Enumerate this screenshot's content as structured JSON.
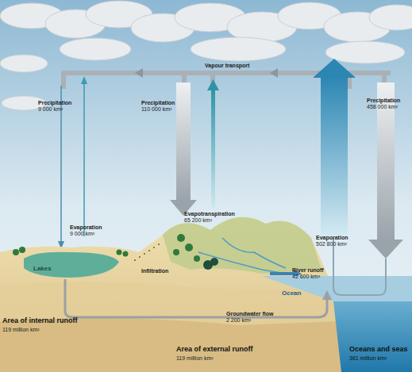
{
  "diagram": {
    "labels": [
      "Vapour transport",
      "Precipitation",
      "9 000 km³",
      "Evaporation",
      "9 000 km³",
      "Precipitation",
      "110 000 km³",
      "Evapotranspiration",
      "65 200 km³",
      "Evaporation",
      "502 800 km³",
      "Precipitation",
      "458 000 km³",
      "Lakes",
      "Infiltration",
      "River runoff",
      "42 600 km³",
      "Ocean",
      "Groundwater flow",
      "2 200 km³",
      "Area of internal runoff",
      "119 million km²",
      "Area of external runoff",
      "119 million km²",
      "Oceans and seas",
      "361 million km²"
    ]
  }
}
